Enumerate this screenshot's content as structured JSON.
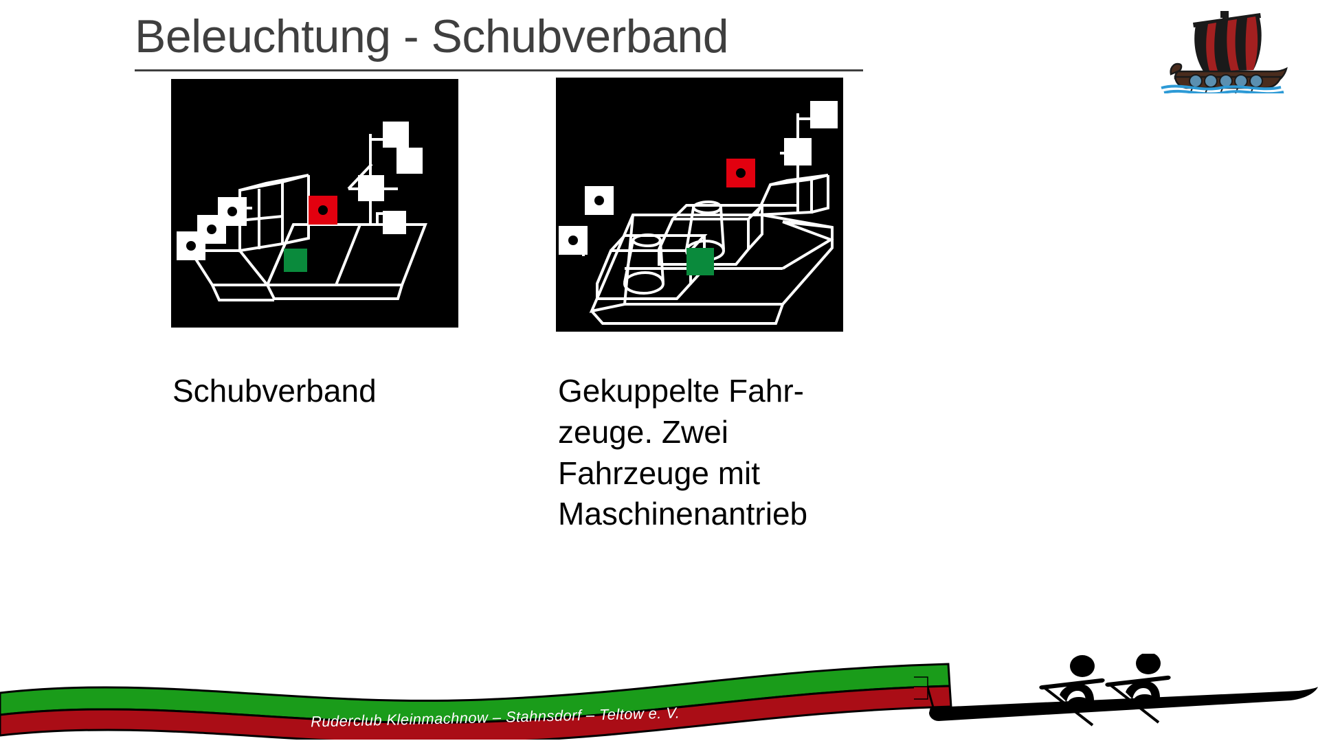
{
  "slide": {
    "title": "Beleuchtung - Schubverband",
    "background_color": "#ffffff",
    "title_color": "#3f3f3f"
  },
  "logo": {
    "name": "viking-ship-logo",
    "sail_colors": [
      "#1a1a1a",
      "#a32020"
    ],
    "hull_color": "#4a2c1d",
    "shield_color": "#5b8fb0",
    "water_color": "#2d9ad6"
  },
  "diagrams": [
    {
      "id": "schubverband",
      "background": "#000000",
      "line_color": "#ffffff",
      "caption": "Schubverband",
      "lights": [
        {
          "name": "stern-light-upper",
          "color": "#ffffff",
          "shape": "square-with-dot"
        },
        {
          "name": "stern-light-middle",
          "color": "#ffffff",
          "shape": "square-with-dot"
        },
        {
          "name": "stern-light-lower",
          "color": "#ffffff",
          "shape": "square-with-dot"
        },
        {
          "name": "port-side-light",
          "color": "#e2000f",
          "shape": "square-with-dot"
        },
        {
          "name": "starboard-side-light",
          "color": "#0a8a3c",
          "shape": "square-plain"
        },
        {
          "name": "masthead-light-top",
          "color": "#ffffff",
          "shape": "square-plain"
        },
        {
          "name": "masthead-light-upper",
          "color": "#ffffff",
          "shape": "square-plain"
        },
        {
          "name": "masthead-light-lower",
          "color": "#ffffff",
          "shape": "square-plain"
        },
        {
          "name": "deck-light",
          "color": "#ffffff",
          "shape": "square-plain"
        }
      ]
    },
    {
      "id": "gekuppelte-fahrzeuge",
      "background": "#000000",
      "line_color": "#ffffff",
      "caption": "Gekuppelte Fahr-zeuge. Zwei Fahrzeuge mit Maschinenantrieb",
      "caption_lines": [
        "Gekuppelte Fahr-",
        "zeuge. Zwei",
        "Fahrzeuge mit",
        "Maschinenantrieb"
      ],
      "lights": [
        {
          "name": "stern-light-upper",
          "color": "#ffffff",
          "shape": "square-with-dot"
        },
        {
          "name": "stern-light-lower",
          "color": "#ffffff",
          "shape": "square-with-dot"
        },
        {
          "name": "port-side-light",
          "color": "#e2000f",
          "shape": "square-with-dot"
        },
        {
          "name": "starboard-side-light",
          "color": "#0a8a3c",
          "shape": "square-plain"
        },
        {
          "name": "masthead-light-top",
          "color": "#ffffff",
          "shape": "square-plain"
        },
        {
          "name": "masthead-light-lower",
          "color": "#ffffff",
          "shape": "square-plain"
        }
      ]
    }
  ],
  "footer": {
    "club_name": "Ruderclub   Kleinmachnow – Stahnsdorf – Teltow  e. V.",
    "band_green": "#1a9c1a",
    "band_red": "#aa0d16",
    "text_color": "#ffffff",
    "rowers": {
      "name": "rowing-boat-graphic",
      "boat_color": "#000000",
      "flag_green": "#1a9c1a",
      "flag_red": "#aa0d16"
    }
  }
}
